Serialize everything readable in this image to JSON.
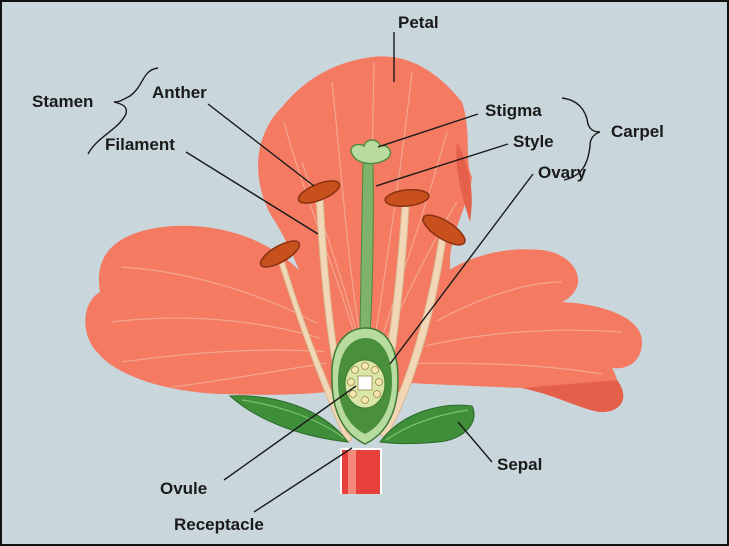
{
  "labels": {
    "petal": "Petal",
    "stamen": "Stamen",
    "anther": "Anther",
    "filament": "Filament",
    "stigma": "Stigma",
    "style": "Style",
    "carpel": "Carpel",
    "ovary": "Ovary",
    "ovule": "Ovule",
    "sepal": "Sepal",
    "receptacle": "Receptacle"
  },
  "colors": {
    "background": "#c9d7dc",
    "petal": "#f47a62",
    "petal_dark": "#e4604a",
    "filament": "#f1d7b6",
    "anther": "#c8501c",
    "style": "#7fb26a",
    "sepal": "#3f8f3a",
    "receptacle": "#e8403a"
  }
}
